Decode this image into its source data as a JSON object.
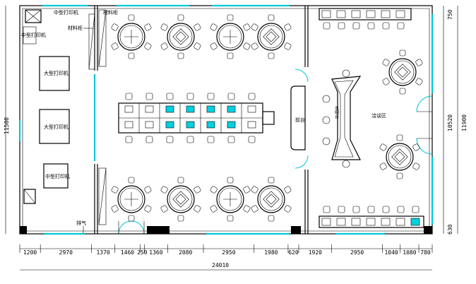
{
  "labels": {
    "medium_printer_top": "中型打印机",
    "medium_printer_left": "中型打印机",
    "large_printer_1": "大型打印机",
    "large_printer_2": "大型打印机",
    "medium_printer_bottom": "中型打印机",
    "material_rack_1": "材料柜",
    "material_rack_2": "材料柜",
    "reception": "前台",
    "bar": "水吧台",
    "lounge": "洽谈区",
    "exhaust": "排气"
  },
  "dimensions": {
    "bottom": [
      "1200",
      "2970",
      "1370",
      "1460",
      "250",
      "1360",
      "2080",
      "2950",
      "1980",
      "620",
      "1920",
      "2950",
      "1040",
      "1080",
      "780"
    ],
    "total": "24010",
    "left_height": "11500",
    "right_top": "750",
    "right_mid_a": "10520",
    "right_mid_b": "11900",
    "right_bottom": "630"
  }
}
